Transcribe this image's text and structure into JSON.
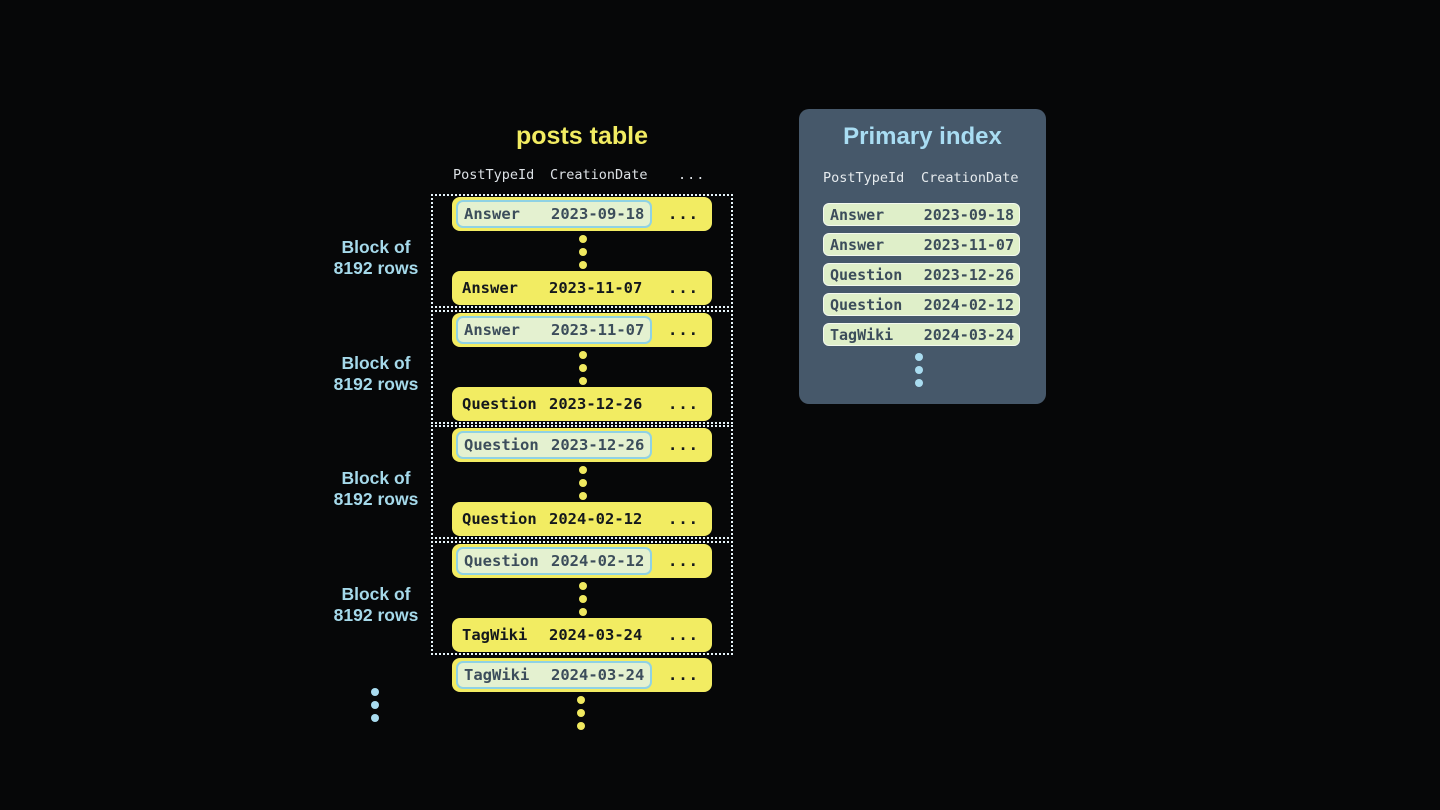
{
  "colors": {
    "background": "#060708",
    "row_yellow": "#F2EC62",
    "highlight_green": "#E4F1D0",
    "highlight_cyan_border": "#8FD2E4",
    "panel_slate": "#46586A",
    "accent_light_blue": "#A9DDF3",
    "dark_slate_text": "#3C4D5B",
    "header_gray": "#DCE1E5",
    "dotted_border": "#E7F4F9"
  },
  "posts_table": {
    "title": "posts table",
    "columns": {
      "col1": "PostTypeId",
      "col2": "CreationDate",
      "col3": "..."
    },
    "block_label": {
      "line1": "Block of",
      "line2": "8192 rows"
    },
    "blocks": [
      {
        "first": {
          "type": "Answer",
          "date": "2023-09-18",
          "more": "..."
        },
        "last": {
          "type": "Answer",
          "date": "2023-11-07",
          "more": "..."
        }
      },
      {
        "first": {
          "type": "Answer",
          "date": "2023-11-07",
          "more": "..."
        },
        "last": {
          "type": "Question",
          "date": "2023-12-26",
          "more": "..."
        }
      },
      {
        "first": {
          "type": "Question",
          "date": "2023-12-26",
          "more": "..."
        },
        "last": {
          "type": "Question",
          "date": "2024-02-12",
          "more": "..."
        }
      },
      {
        "first": {
          "type": "Question",
          "date": "2024-02-12",
          "more": "..."
        },
        "last": {
          "type": "TagWiki",
          "date": "2024-03-24",
          "more": "..."
        }
      }
    ],
    "trailing_row": {
      "type": "TagWiki",
      "date": "2024-03-24",
      "more": "..."
    }
  },
  "primary_index": {
    "title": "Primary index",
    "columns": {
      "col1": "PostTypeId",
      "col2": "CreationDate"
    },
    "rows": [
      {
        "type": "Answer",
        "date": "2023-09-18"
      },
      {
        "type": "Answer",
        "date": "2023-11-07"
      },
      {
        "type": "Question",
        "date": "2023-12-26"
      },
      {
        "type": "Question",
        "date": "2024-02-12"
      },
      {
        "type": "TagWiki",
        "date": "2024-03-24"
      }
    ]
  }
}
